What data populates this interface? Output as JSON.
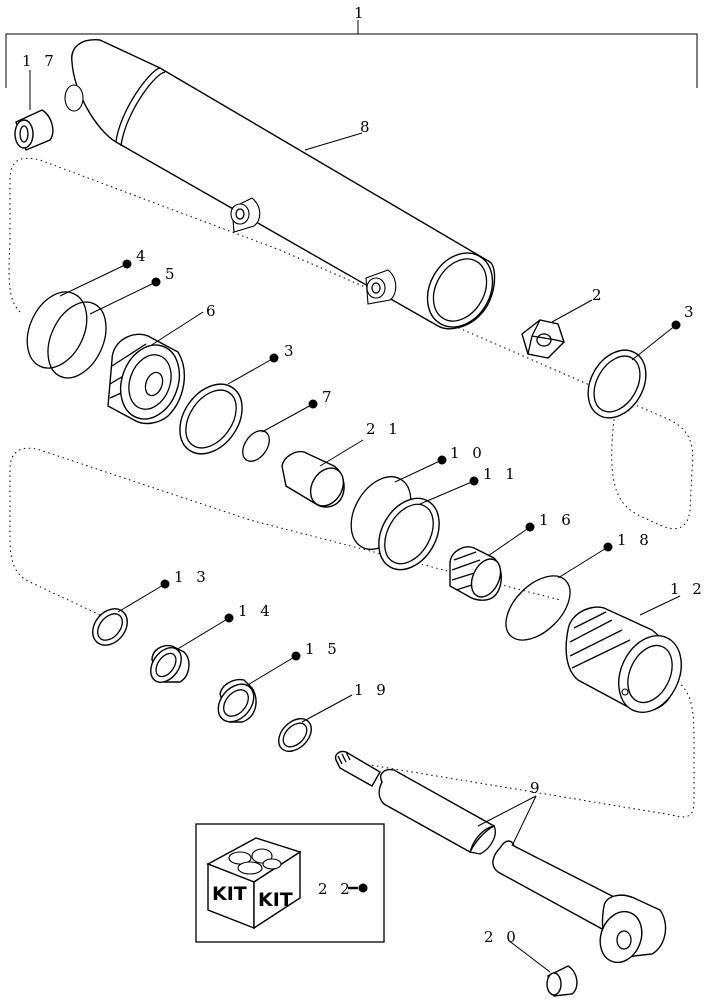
{
  "callouts": {
    "c1": "1",
    "c2": "2",
    "c3a": "3",
    "c3b": "3",
    "c4": "4",
    "c5": "5",
    "c6": "6",
    "c7": "7",
    "c8": "8",
    "c9": "9",
    "c10": "1 0",
    "c11": "1 1",
    "c12": "1 2",
    "c13": "1 3",
    "c14": "1 4",
    "c15": "1 5",
    "c16": "1 6",
    "c17": "1 7",
    "c18": "1 8",
    "c19": "1 9",
    "c20": "2 0",
    "c21": "2 1",
    "c22": "2 2"
  },
  "kit": {
    "left": "KIT",
    "right": "KIT"
  }
}
